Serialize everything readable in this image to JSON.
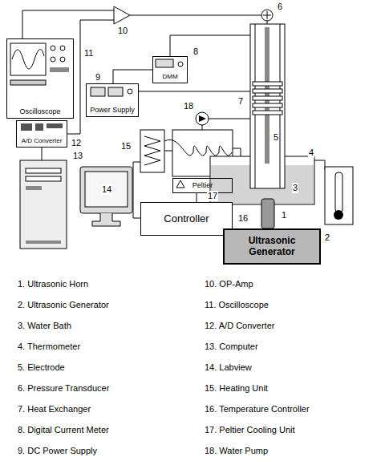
{
  "diagram": {
    "nodes": [
      {
        "text": [
          "Oscilloscope"
        ]
      },
      {
        "text": [
          "A/D Converter"
        ]
      },
      {
        "text": [
          "DMM"
        ]
      },
      {
        "text": [
          "Power Supply"
        ]
      },
      {
        "text": [
          "Controller"
        ]
      },
      {
        "text": [
          "Ultrasonic Generator"
        ]
      },
      {
        "text": [
          "Peltier"
        ]
      }
    ],
    "edges": [
      {
        "from": 4,
        "to": 6,
        "arrow": "none"
      },
      {
        "from": 2,
        "to": 3,
        "arrow": "none"
      }
    ],
    "labels": [
      "1",
      "2",
      "3",
      "4",
      "5",
      "6",
      "7",
      "8",
      "9",
      "10",
      "11",
      "12",
      "13",
      "14",
      "15",
      "16",
      "17",
      "18",
      "1. Ultrasonic Horn",
      "2. Ultrasonic Generator",
      "3. Water Bath",
      "4. Thermometer",
      "5. Electrode",
      "6. Pressure Transducer",
      "7. Heat Exchanger",
      "8. Digital Current Meter",
      "9. DC Power Supply",
      "10. OP-Amp",
      "11. Oscilloscope",
      "12. A/D Converter",
      "13. Computer",
      "14. Labview",
      "15. Heating Unit",
      "16. Temperature Controller",
      "17. Peltier Cooling Unit",
      "18. Water Pump"
    ]
  }
}
